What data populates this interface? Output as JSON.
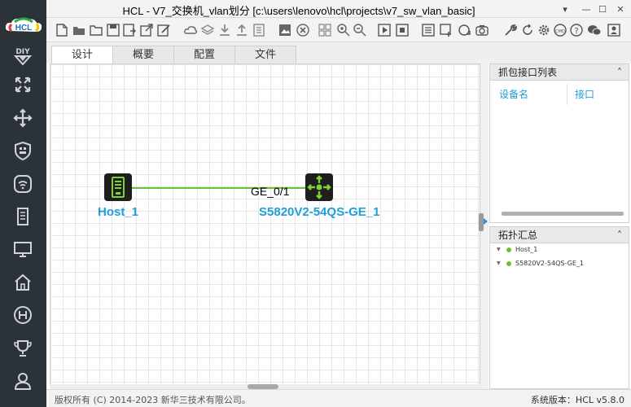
{
  "window": {
    "title": "HCL - V7_交换机_vlan划分 [c:\\users\\lenovo\\hcl\\projects\\v7_sw_vlan_basic]",
    "controls": [
      "▾",
      "—",
      "☐",
      "✕"
    ]
  },
  "sidebar": {
    "logo_text": "HCL",
    "items": [
      {
        "icon": "diy-icon"
      },
      {
        "icon": "router-icon"
      },
      {
        "icon": "switch-icon"
      },
      {
        "icon": "firewall-icon"
      },
      {
        "icon": "wireless-icon"
      },
      {
        "icon": "server-icon"
      },
      {
        "icon": "terminal-icon"
      },
      {
        "icon": "home-icon"
      },
      {
        "icon": "h3c-icon"
      },
      {
        "icon": "trophy-icon"
      },
      {
        "icon": "user-icon"
      }
    ]
  },
  "toolbar": {
    "icons": [
      "new-project",
      "open-project",
      "open-folder",
      "save",
      "save-as",
      "export",
      "edit",
      "cloud",
      "layers",
      "download",
      "upload",
      "notes",
      "image",
      "delete-topology",
      "grid",
      "zoom-in",
      "zoom-out",
      "start-all",
      "stop-all",
      "config",
      "add-link",
      "refresh-link",
      "capture",
      "settings",
      "reset",
      "gear",
      "cmd",
      "help",
      "chat",
      "user"
    ]
  },
  "tabs": [
    {
      "label": "设计",
      "active": true
    },
    {
      "label": "概要",
      "active": false
    },
    {
      "label": "配置",
      "active": false
    },
    {
      "label": "文件",
      "active": false
    }
  ],
  "topology": {
    "devices": [
      {
        "name": "Host_1",
        "type": "host"
      },
      {
        "name": "S5820V2-54QS-GE_1",
        "type": "switch"
      }
    ],
    "link": {
      "port_label": "GE_0/1",
      "color": "#66c23a"
    }
  },
  "capture_panel": {
    "title": "抓包接口列表",
    "columns": [
      "设备名",
      "接口"
    ]
  },
  "topo_summary": {
    "title": "拓扑汇总",
    "items": [
      "Host_1",
      "S5820V2-54QS-GE_1"
    ]
  },
  "statusbar": {
    "copyright": "版权所有 (C) 2014-2023 新华三技术有限公司。",
    "version": "系统版本：HCL v5.8.0"
  },
  "colors": {
    "sidebar_bg": "#2b3238",
    "accent_blue": "#1f9fd8",
    "link_green": "#66c23a"
  }
}
